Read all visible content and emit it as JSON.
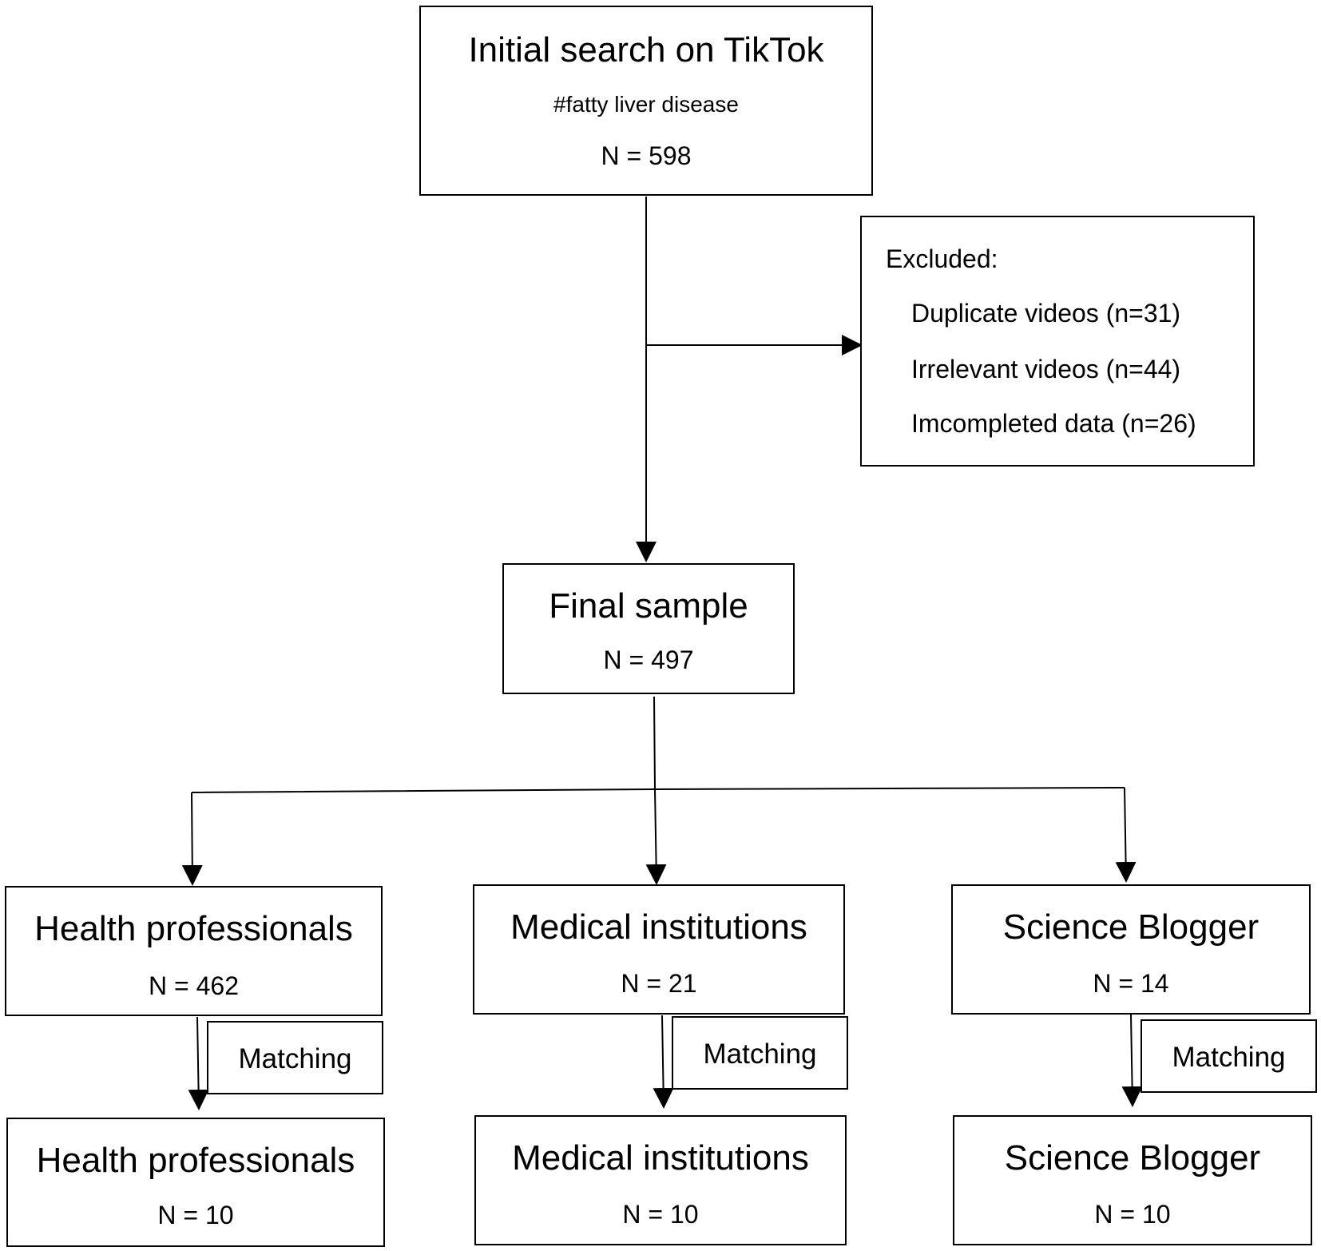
{
  "initial": {
    "title": "Initial search on TikTok",
    "hashtag": "#fatty liver disease",
    "count": "N = 598"
  },
  "excluded": {
    "heading": "Excluded:",
    "items": [
      "Duplicate videos (n=31)",
      "Irrelevant videos (n=44)",
      "Imcompleted data (n=26)"
    ]
  },
  "final": {
    "title": "Final sample",
    "count": "N = 497"
  },
  "groups": [
    {
      "title": "Health professionals",
      "count": "N = 462",
      "matching": "Matching",
      "matched_title": "Health professionals",
      "matched_count": "N = 10"
    },
    {
      "title": "Medical institutions",
      "count": "N = 21",
      "matching": "Matching",
      "matched_title": "Medical institutions",
      "matched_count": "N = 10"
    },
    {
      "title": "Science Blogger",
      "count": "N = 14",
      "matching": "Matching",
      "matched_title": "Science Blogger",
      "matched_count": "N = 10"
    }
  ]
}
